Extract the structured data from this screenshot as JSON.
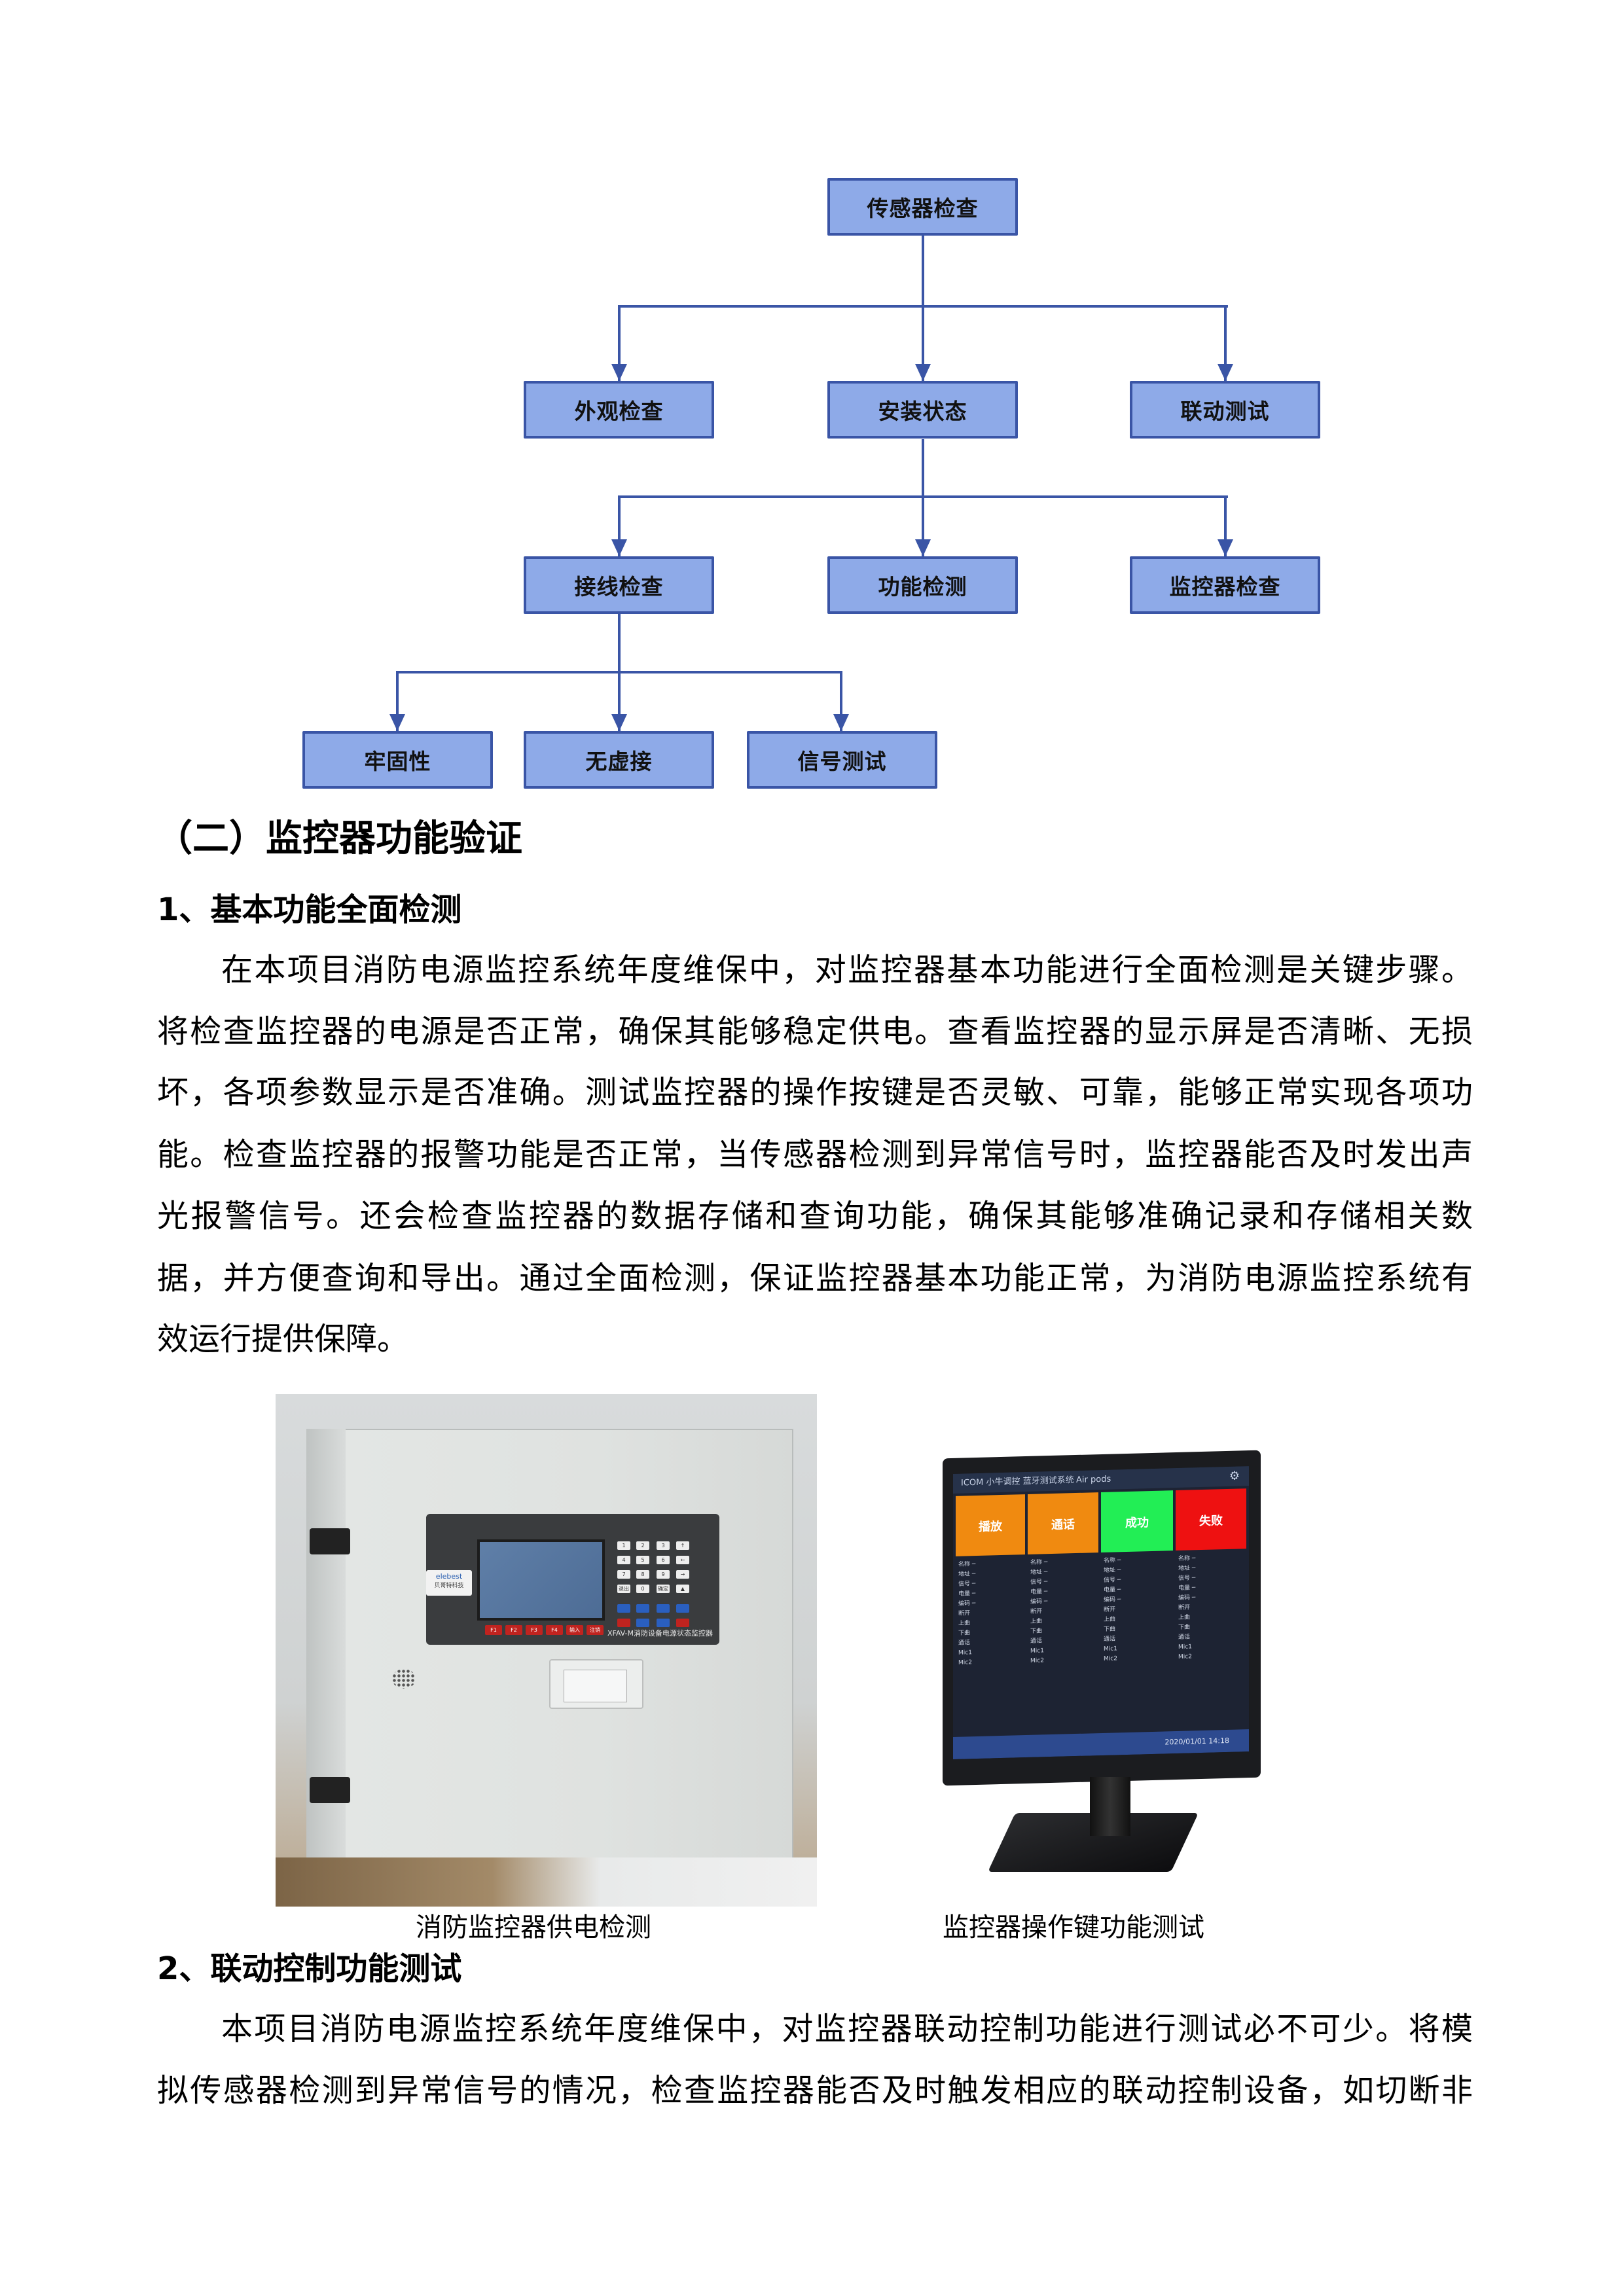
{
  "flowchart": {
    "root": "传感器检查",
    "level2": [
      "外观检查",
      "安装状态",
      "联动测试"
    ],
    "level3": [
      "接线检查",
      "功能检测",
      "监控器检查"
    ],
    "level4": [
      "牢固性",
      "无虚接",
      "信号测试"
    ],
    "colors": {
      "box_fill": "#8eaae8",
      "box_border": "#3a55a6",
      "line": "#3a55a6"
    }
  },
  "section": {
    "heading": "（二）监控器功能验证",
    "sub1": {
      "heading": "1、基本功能全面检测",
      "lines": [
        "在本项目消防电源监控系统年度维保中，对监控器基本功能进行全面检测是关键步骤。",
        "将检查监控器的电源是否正常，确保其能够稳定供电。查看监控器的显示屏是否清晰、无损",
        "坏，各项参数显示是否准确。测试监控器的操作按键是否灵敏、可靠，能够正常实现各项功",
        "能。检查监控器的报警功能是否正常，当传感器检测到异常信号时，监控器能否及时发出声",
        "光报警信号。还会检查监控器的数据存储和查询功能，确保其能够准确记录和存储相关数",
        "据，并方便查询和导出。通过全面检测，保证监控器基本功能正常，为消防电源监控系统有",
        "效运行提供保障。"
      ]
    },
    "figures": [
      {
        "caption": "消防监控器供电检测",
        "panel": {
          "brand": "elebest",
          "brand_cn": "贝哥特科技",
          "model": "XFAV-M消防设备电源状态监控器",
          "keypad": [
            "1",
            "2",
            "3",
            "↑",
            "4",
            "5",
            "6",
            "←",
            "7",
            "8",
            "9",
            "→",
            "退出",
            "0",
            "确定",
            "▲"
          ],
          "function_keys": [
            "F1",
            "F2",
            "F3",
            "F4",
            "输入",
            "注销"
          ]
        }
      },
      {
        "caption": "监控器操作键功能测试",
        "screen": {
          "app_title": "ICOM 小牛调控 蓝牙测试系统",
          "app_name": "Air pods",
          "tiles": [
            {
              "label": "播放",
              "color": "#f08a10"
            },
            {
              "label": "通话",
              "color": "#f08a10"
            },
            {
              "label": "成功",
              "color": "#22ee55"
            },
            {
              "label": "失败",
              "color": "#ee1111"
            }
          ],
          "footer_time": "2020/01/01 14:18"
        }
      }
    ],
    "sub2": {
      "heading": "2、联动控制功能测试",
      "lines": [
        "本项目消防电源监控系统年度维保中，对监控器联动控制功能进行测试必不可少。将模",
        "拟传感器检测到异常信号的情况，检查监控器能否及时触发相应的联动控制设备，如切断非"
      ]
    }
  }
}
